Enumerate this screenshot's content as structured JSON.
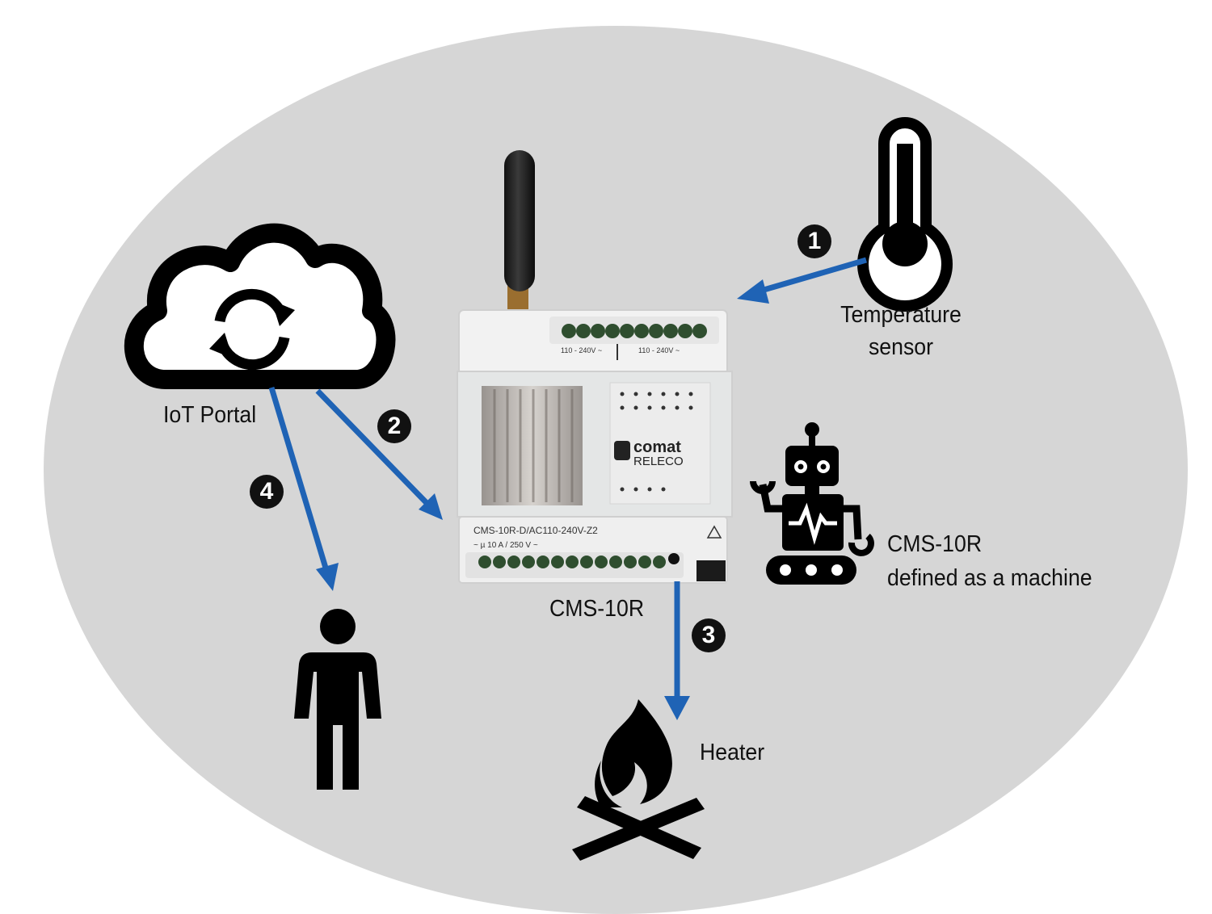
{
  "labels": {
    "iot_portal": "IoT Portal",
    "temperature_sensor_line1": "Temperature",
    "temperature_sensor_line2": "sensor",
    "device_name": "CMS-10R",
    "machine_line1": "CMS-10R",
    "machine_line2": "defined as a machine",
    "heater": "Heater"
  },
  "steps": [
    "1",
    "2",
    "3",
    "4"
  ],
  "device": {
    "model": "CMS-10R-D/AC110-240V-Z2",
    "rating": "~ µ 10 A / 250 V ~",
    "brand_top": "comat",
    "brand_bottom": "RELECO",
    "top_left_voltage": "110 - 240V ~",
    "top_right_voltage": "110 - 240V ~"
  },
  "colors": {
    "background_ellipse": "#d6d6d6",
    "arrow": "#1f63b5",
    "icon": "#000000",
    "device_body": "#eeeeee"
  },
  "icons": [
    "cloud-sync-icon",
    "thermometer-icon",
    "robot-icon",
    "person-icon",
    "campfire-icon",
    "antenna-icon"
  ]
}
